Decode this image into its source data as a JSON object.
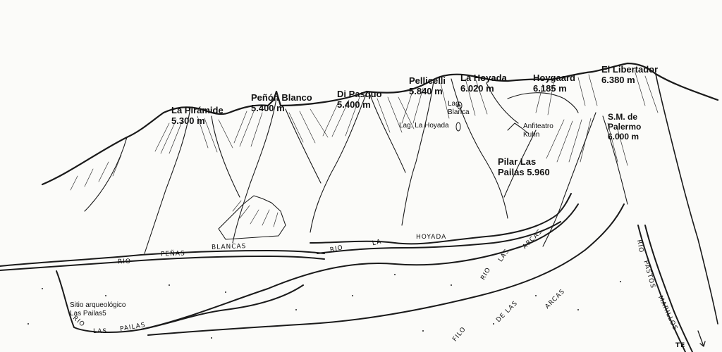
{
  "peaks": {
    "la_piramide": {
      "name": "La Pirámide",
      "alt": "5.300 m"
    },
    "penon_blanco": {
      "name": "Peñón Blanco",
      "alt": "5.400 m"
    },
    "di_pasquo": {
      "name": "Di Pasquo",
      "alt": "5.400 m"
    },
    "pellicelli": {
      "name": "Pellicelli",
      "alt": "5.840 m"
    },
    "la_hoyada": {
      "name": "La Hoyada",
      "alt": "6.020 m"
    },
    "hoygaard": {
      "name": "Hoygaard",
      "alt": "6.185 m"
    },
    "el_libertador": {
      "name": "El Libertador",
      "alt": "6.380 m"
    },
    "sm_palermo": {
      "line1": "S.M. de",
      "line2": "Palermo",
      "alt": "6.000 m"
    },
    "pilar_las_pailas": {
      "line1": "Pilar Las",
      "line2": "Pailas 5.960"
    }
  },
  "features": {
    "lag_blanca": {
      "line1": "Lag.",
      "line2": "Blanca"
    },
    "lag_la_hoyada": "Lag. La Hoyada",
    "anfiteatro": {
      "line1": "Anfiteatro",
      "line2": "Kuhn"
    },
    "sitio": {
      "line1": "Sitio arqueológico",
      "line2": "Las Pailas5"
    }
  },
  "rivers": {
    "penas": [
      "RIO",
      "PEÑAS",
      "BLANCAS"
    ],
    "hoyada": [
      "RIO",
      "LA",
      "HOYADA"
    ],
    "arcas": [
      "RIO",
      "LAS",
      "ARCAS"
    ],
    "pailas": [
      "RIO",
      "LAS",
      "PAILAS"
    ],
    "filo": [
      "FILO",
      "DE LAS",
      "ARCAS"
    ],
    "pastos": [
      "RIO",
      "PASTOS",
      "MARILLOS"
    ],
    "corner": "TE"
  }
}
